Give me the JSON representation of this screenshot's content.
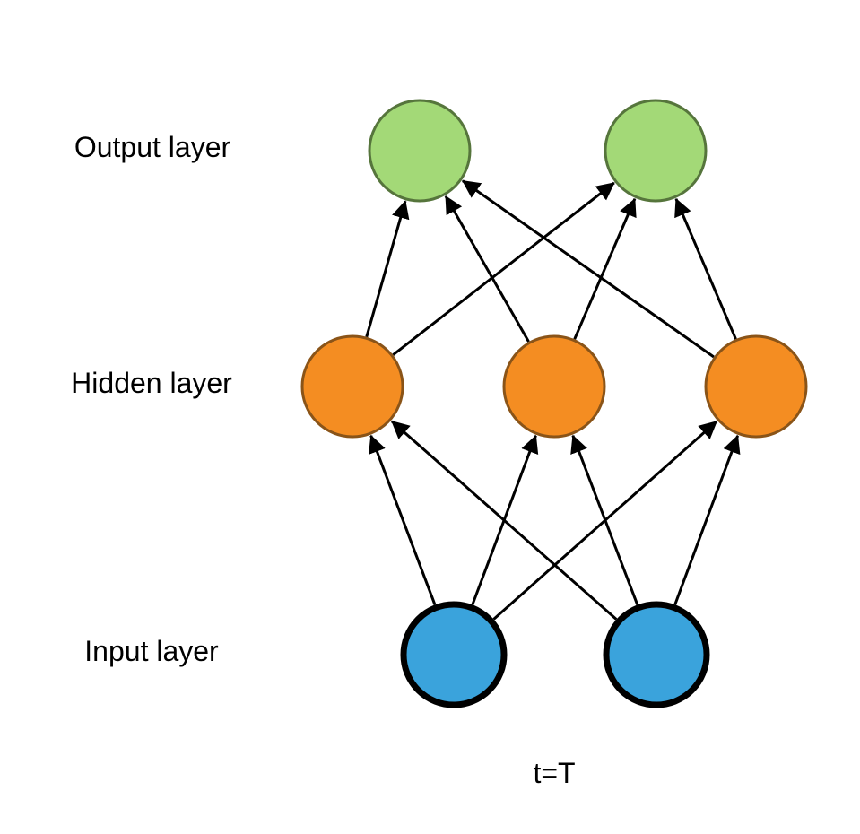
{
  "labels": {
    "output": "Output layer",
    "hidden": "Hidden layer",
    "input": "Input layer",
    "time": "t=T"
  },
  "colors": {
    "output_fill": "#a3d977",
    "output_stroke": "#56753c",
    "hidden_fill": "#f48d22",
    "hidden_stroke": "#8a5418",
    "input_fill": "#3aa3dc",
    "input_stroke": "#000000",
    "edge": "#000000"
  },
  "layers": {
    "input": [
      "input-1",
      "input-2"
    ],
    "hidden": [
      "hidden-1",
      "hidden-2",
      "hidden-3"
    ],
    "output": [
      "output-1",
      "output-2"
    ]
  },
  "edges": [
    [
      "input-1",
      "hidden-1"
    ],
    [
      "input-1",
      "hidden-2"
    ],
    [
      "input-1",
      "hidden-3"
    ],
    [
      "input-2",
      "hidden-1"
    ],
    [
      "input-2",
      "hidden-2"
    ],
    [
      "input-2",
      "hidden-3"
    ],
    [
      "hidden-1",
      "output-1"
    ],
    [
      "hidden-1",
      "output-2"
    ],
    [
      "hidden-2",
      "output-1"
    ],
    [
      "hidden-2",
      "output-2"
    ],
    [
      "hidden-3",
      "output-1"
    ],
    [
      "hidden-3",
      "output-2"
    ]
  ]
}
